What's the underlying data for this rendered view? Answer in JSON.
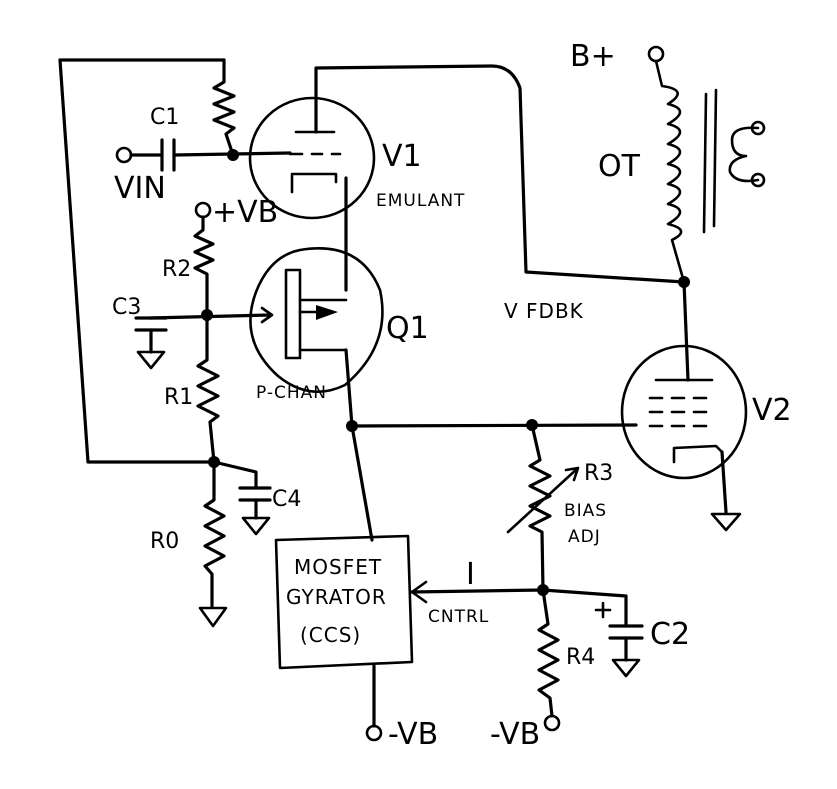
{
  "labels": {
    "c1": "C1",
    "vin": "VIN",
    "plus_vb": "+VB",
    "r2": "R2",
    "c3": "C3",
    "r1": "R1",
    "r0": "R0",
    "c4": "C4",
    "v1": "V1",
    "emulant": "EMULANT",
    "q1": "Q1",
    "p_chan": "P-CHAN",
    "b_plus": "B+",
    "ot": "OT",
    "v_fdbk": "V FDBK",
    "v2": "V2",
    "r3": "R3",
    "bias_adj_1": "BIAS",
    "bias_adj_2": "ADJ",
    "i": "I",
    "cntrl": "CNTRL",
    "gyrator_1": "MOSFET",
    "gyrator_2": "GYRATOR",
    "gyrator_3": "(CCS)",
    "r4": "R4",
    "c2": "C2",
    "minus_vb_left": "-VB",
    "minus_vb_right": "-VB"
  }
}
